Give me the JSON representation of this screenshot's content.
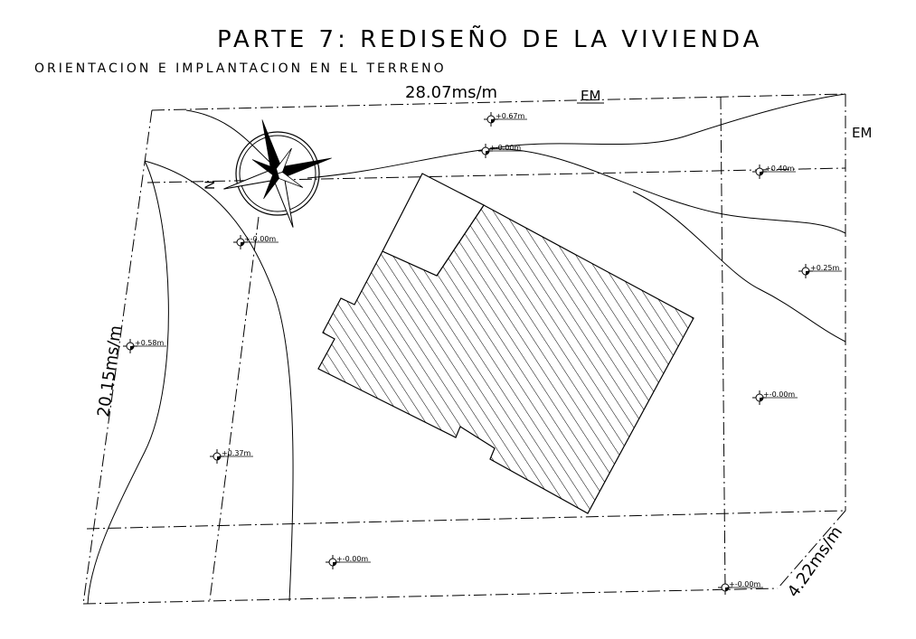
{
  "title": "PARTE 7: REDISEÑO DE LA VIVIENDA",
  "subtitle": "ORIENTACION E IMPLANTACION EN EL TERRENO",
  "dimensions": {
    "top": "28.07ms/m",
    "left": "20.15ms/m",
    "bottom_right": "4.22ms/m"
  },
  "markers": {
    "em_top": "EM",
    "em_right": "EM",
    "north": "N"
  },
  "elevations": {
    "e1": "+0.67m",
    "e2": "+-0.00m",
    "e3": "+0.40m",
    "e4": "+-0.00m",
    "e5": "+0.25m",
    "e6": "+0.58m",
    "e7": "+-0.00m",
    "e8": "+0.37m",
    "e9": "+-0.00m",
    "e10": "+-0.00m"
  }
}
